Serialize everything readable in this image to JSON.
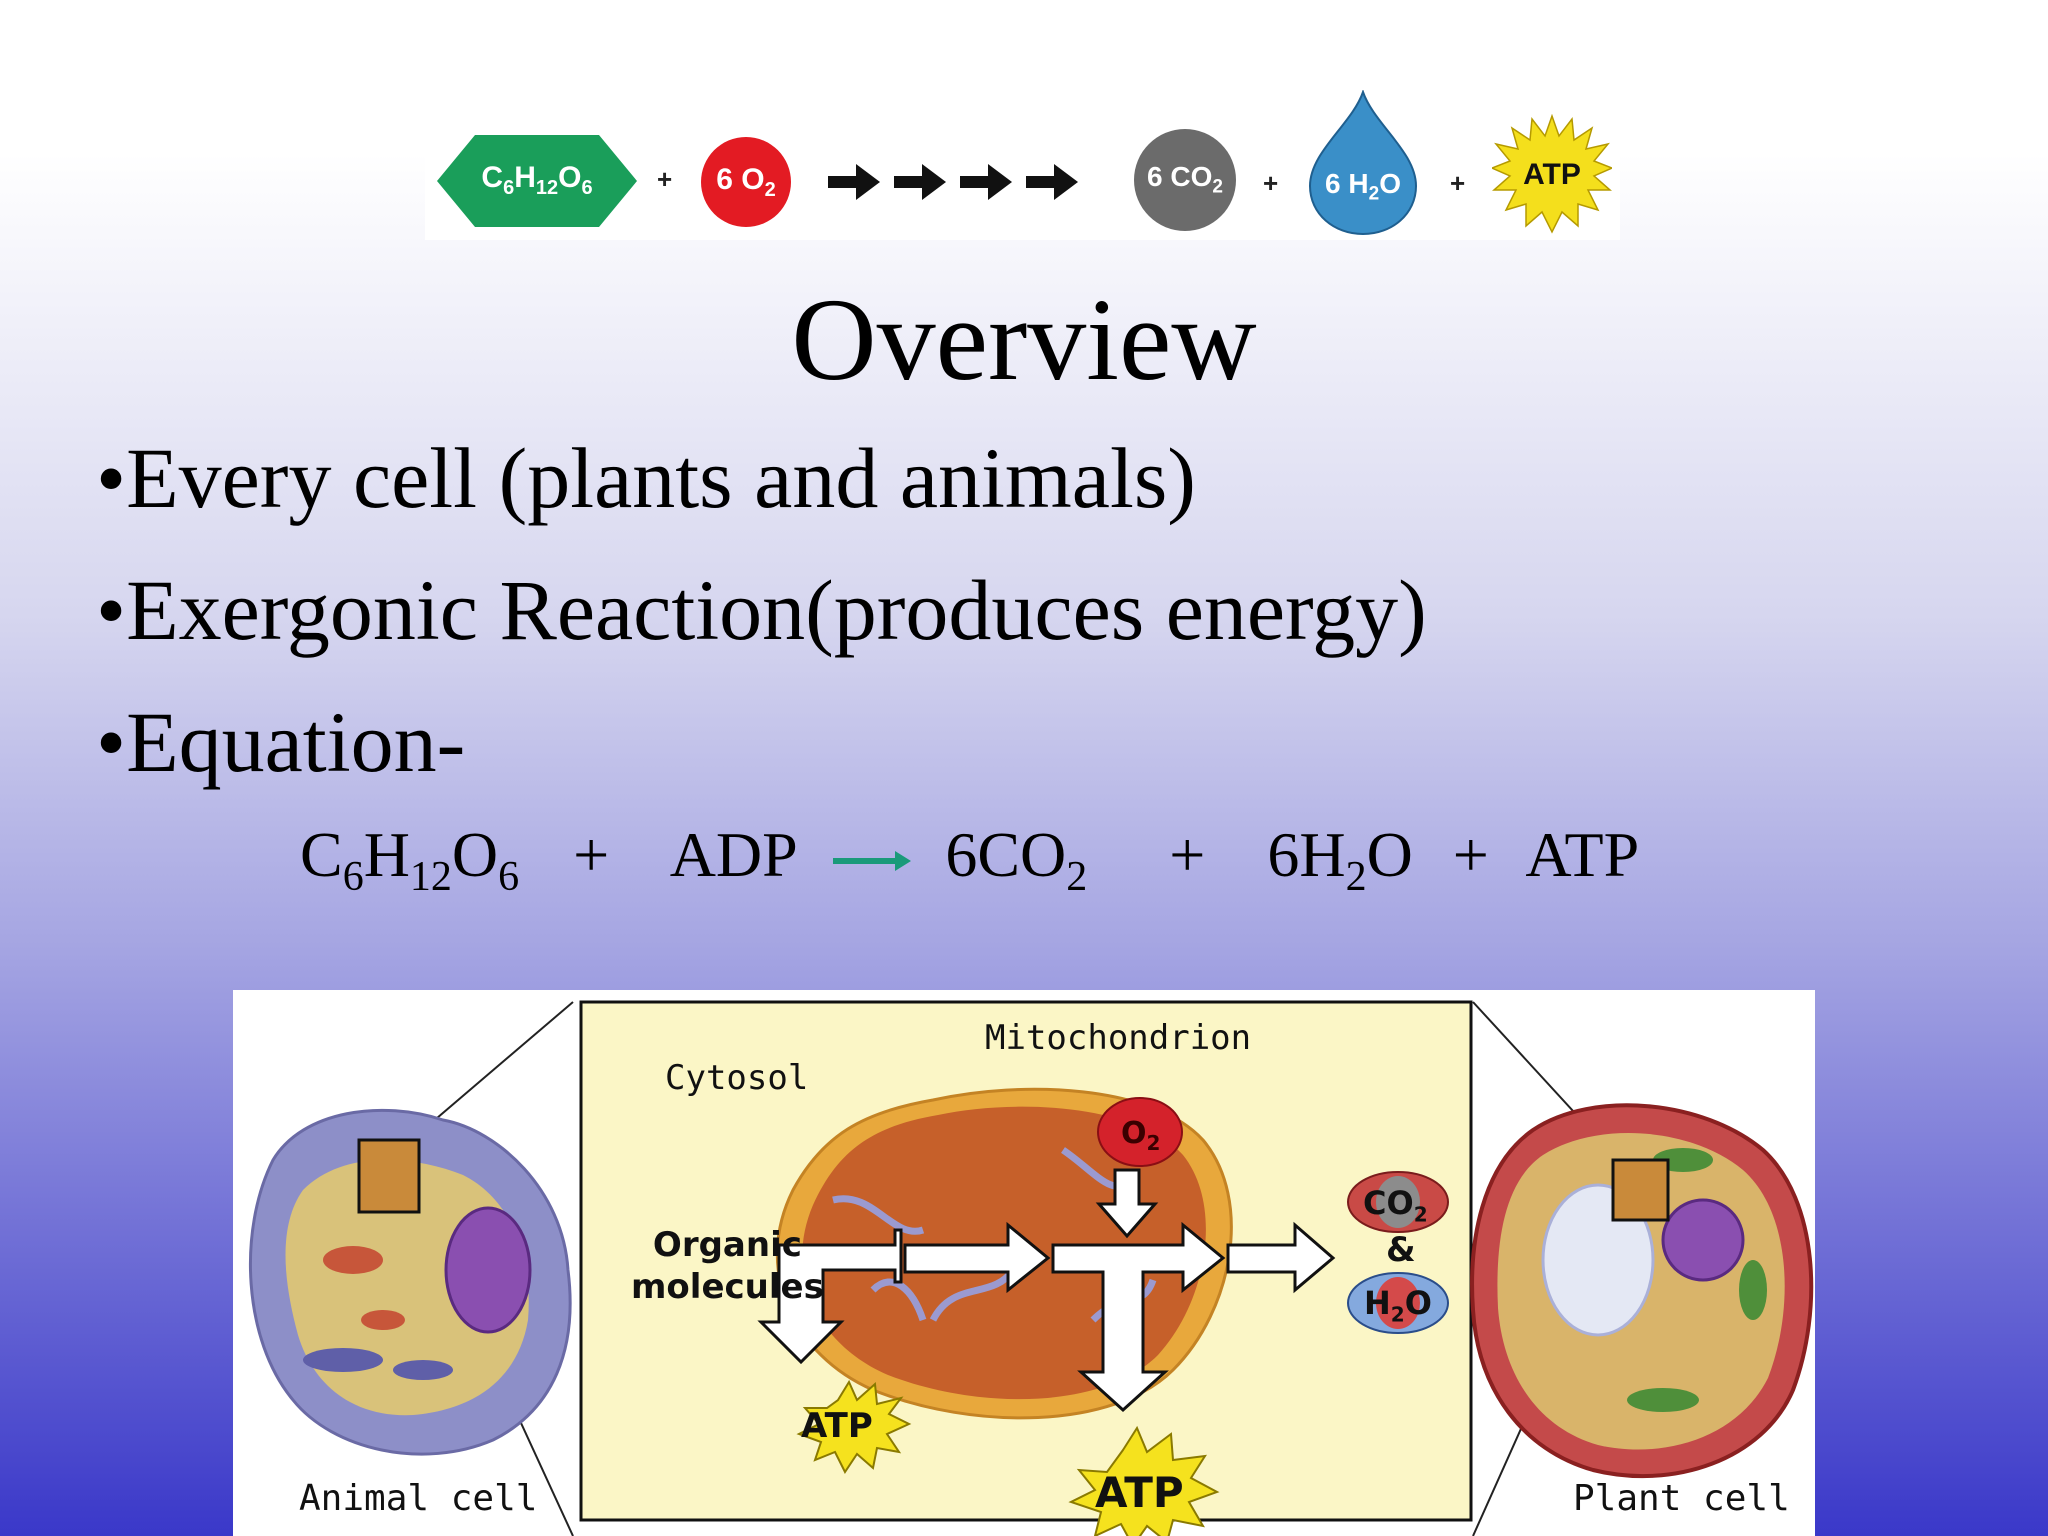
{
  "banner": {
    "glucose": "C6H12O6",
    "oxygen": "6 O2",
    "carbon_dioxide": "6 CO2",
    "water": "6 H2O",
    "atp": "ATP",
    "plus": "+",
    "colors": {
      "glucose": "#1a9e5a",
      "oxygen": "#e31b23",
      "carbon_dioxide": "#6b6b6b",
      "water": "#3a8fc8",
      "atp": "#f4df1c"
    }
  },
  "title": "Overview",
  "bullets": [
    "•Every cell (plants and animals)",
    "•Exergonic Reaction(produces energy)",
    "•Equation-"
  ],
  "equation": {
    "reactant1": "C6H12O6",
    "plus1": "+",
    "reactant2": "ADP",
    "product1": "6CO2",
    "plus2": "+",
    "product2": "6H2O",
    "plus3": "+",
    "product3": "ATP",
    "arrow_color": "#1a9a7a"
  },
  "figure": {
    "mitochondrion_label": "Mitochondrion",
    "cytosol_label": "Cytosol",
    "organic_line1": "Organic",
    "organic_line2": "molecules",
    "o2_label": "O2",
    "co2_label": "CO2",
    "amp": "&",
    "h2o_label": "H2O",
    "atp_small": "ATP",
    "atp_large": "ATP",
    "animal_cell_label": "Animal cell",
    "plant_cell_label": "Plant cell",
    "colors": {
      "panel": "#fbf6c6",
      "mito_outer": "#e8a83c",
      "mito_inner": "#c6602a",
      "atp_burst": "#f5e21e"
    }
  }
}
